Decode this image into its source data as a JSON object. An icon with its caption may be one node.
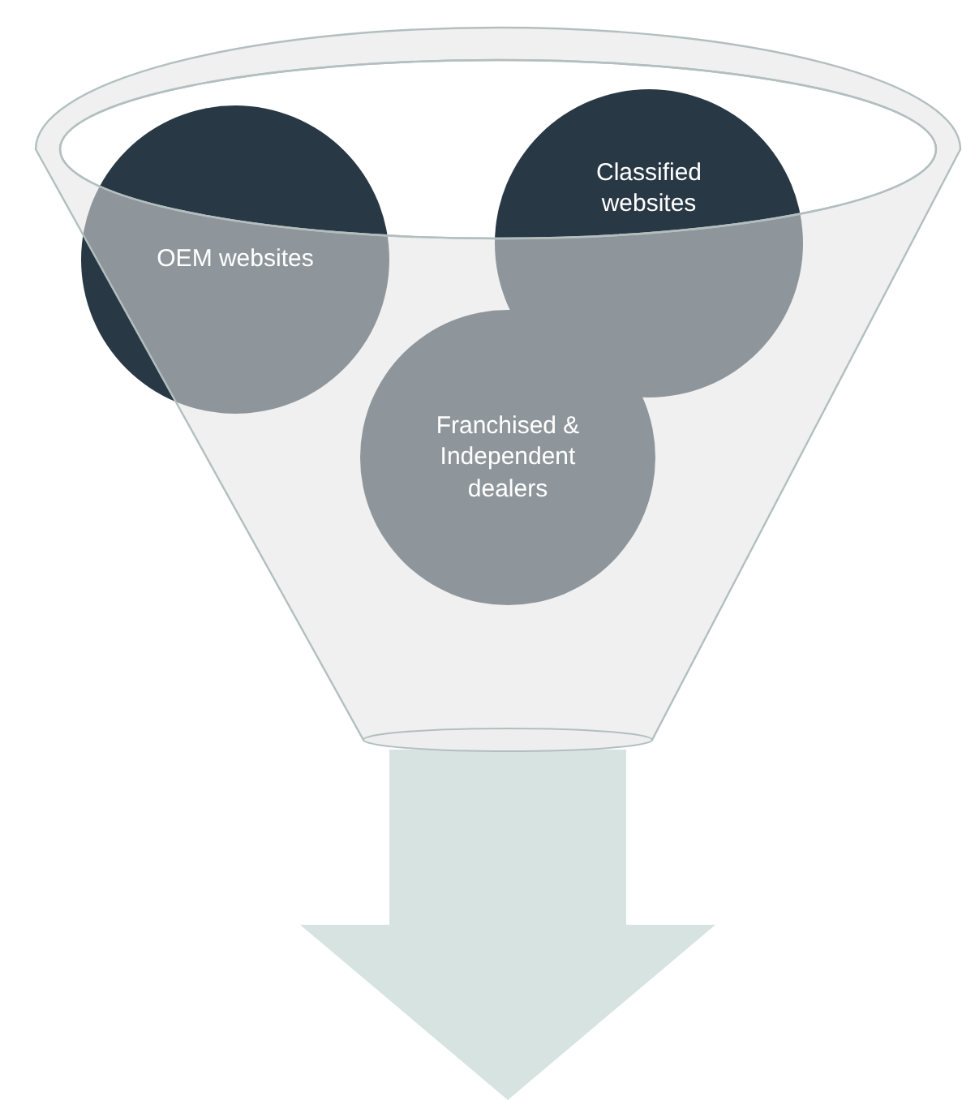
{
  "diagram": {
    "nodes": [
      {
        "text": [
          "OEM websites"
        ]
      },
      {
        "text": [
          "Classified websites"
        ]
      },
      {
        "text": [
          "Franchised & Independent dealers"
        ]
      }
    ]
  }
}
